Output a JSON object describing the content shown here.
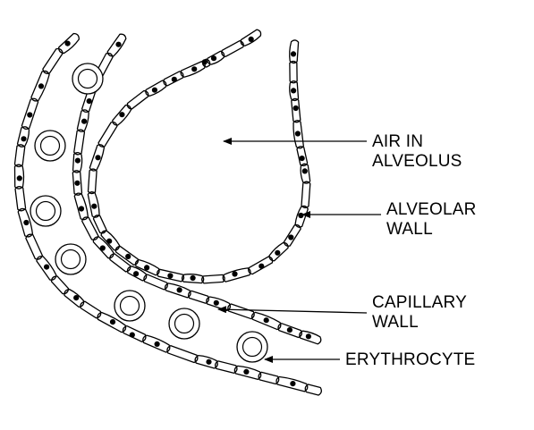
{
  "labels": {
    "air_line1": "AIR IN",
    "air_line2": "ALVEOLUS",
    "wall_line1": "ALVEOLAR",
    "wall_line2": "WALL",
    "cap_line1": "CAPILLARY",
    "cap_line2": "WALL",
    "ery": "ERYTHROCYTE"
  },
  "colors": {
    "ink": "#000000",
    "fill": "#ffffff"
  }
}
